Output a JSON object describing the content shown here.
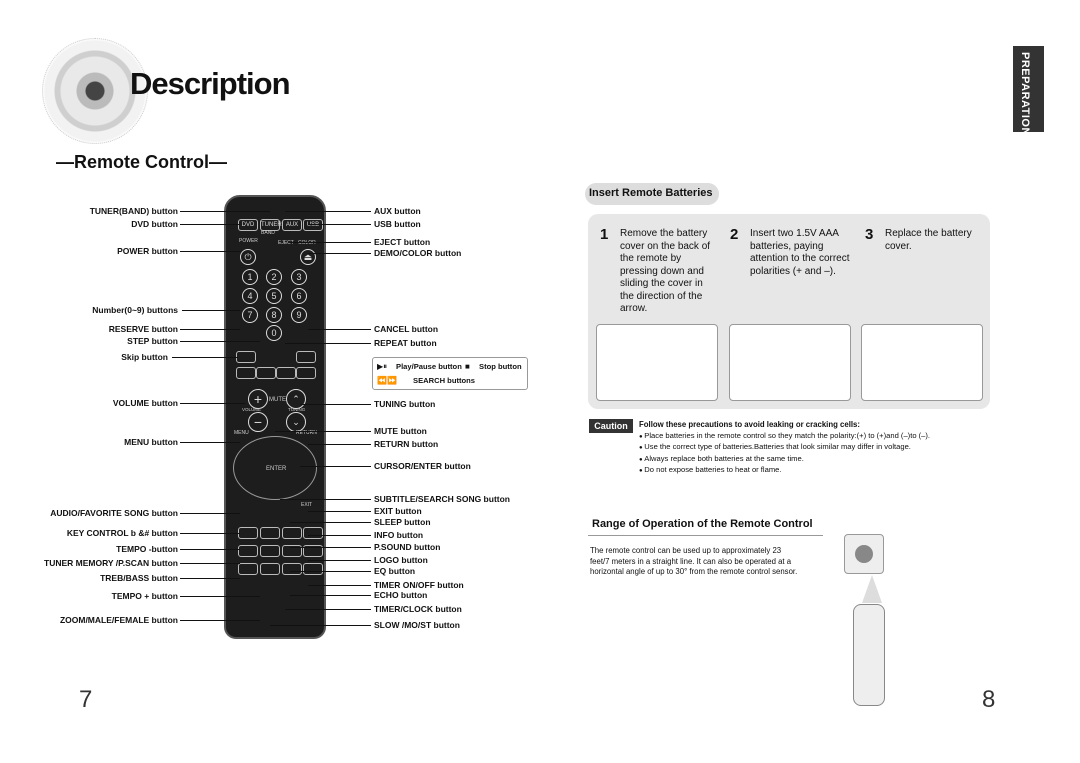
{
  "header": {
    "title": "Description",
    "section": "Remote Control",
    "tab": "PREPARATION"
  },
  "pages": {
    "left": "7",
    "right": "8"
  },
  "remote_keys": {
    "top_row": [
      "DVD",
      "TUNER",
      "AUX",
      "USB"
    ],
    "band": "BAND",
    "power": "POWER",
    "eject": "EJECT",
    "color": "COLOR",
    "digits": [
      "1",
      "2",
      "3",
      "4",
      "5",
      "6",
      "7",
      "8",
      "9",
      "0"
    ],
    "mute": "MUTE",
    "volume": "VOLUME",
    "tuning": "TUNING",
    "menu": "MENU",
    "return": "RETURN",
    "enter": "ENTER",
    "exit": "EXIT"
  },
  "left_labels": [
    "TUNER(BAND) button",
    "DVD button",
    "POWER button",
    "Number(0~9) buttons",
    "RESERVE button",
    "STEP button",
    "Skip button",
    "VOLUME button",
    "MENU button",
    "AUDIO/FAVORITE SONG button",
    "KEY CONTROL b &# button",
    "TEMPO  -button",
    "TUNER MEMORY /P.SCAN button",
    "TREB/BASS button",
    "TEMPO + button",
    "ZOOM/MALE/FEMALE button"
  ],
  "right_labels": [
    "AUX button",
    "USB button",
    "EJECT button",
    "DEMO/COLOR button",
    "CANCEL button",
    "REPEAT button",
    "TUNING button",
    "MUTE button",
    "RETURN button",
    "CURSOR/ENTER button",
    "SUBTITLE/SEARCH SONG  button",
    "EXIT button",
    "SLEEP button",
    "INFO button",
    "P.SOUND  button",
    "LOGO button",
    "EQ button",
    "TIMER ON/OFF button",
    "ECHO button",
    "TIMER/CLOCK  button",
    "SLOW /MO/ST button"
  ],
  "play_labels": {
    "play": "Play/Pause button",
    "stop": "Stop button",
    "search": "SEARCH buttons"
  },
  "batteries": {
    "heading": "Insert Remote Batteries",
    "steps": [
      {
        "num": "1",
        "text": "Remove the battery cover on the back of the remote by pressing down and sliding the cover in the direction of the arrow."
      },
      {
        "num": "2",
        "text": "Insert two 1.5V AAA batteries, paying attention to the correct polarities (+ and –)."
      },
      {
        "num": "3",
        "text": "Replace the battery cover."
      }
    ]
  },
  "caution": {
    "badge": "Caution",
    "heading": "Follow these precautions to avoid leaking or cracking cells:",
    "items": [
      "Place batteries in the remote control so they match the polarity:(+) to (+)and (–)to (–).",
      "Use the correct type of batteries.Batteries that look similar may differ in voltage.",
      "Always replace both batteries at the same time.",
      "Do not expose batteries to heat or flame."
    ]
  },
  "range": {
    "heading": "Range of Operation of the Remote Control",
    "text": "The remote control can be used up to approximately 23 feet/7 meters in a straight line. It can also be operated at a horizontal angle of up to 30° from the remote control sensor."
  }
}
